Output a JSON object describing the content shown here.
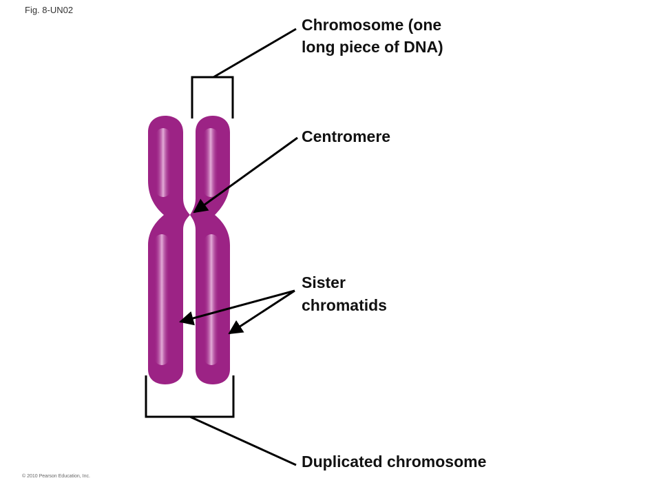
{
  "figure_label": "Fig. 8-UN02",
  "copyright": "© 2010 Pearson Education, Inc.",
  "labels": {
    "chromosome_line1": "Chromosome (one",
    "chromosome_line2": "long piece of DNA)",
    "centromere": "Centromere",
    "sister_line1": "Sister",
    "sister_line2": "chromatids",
    "duplicated": "Duplicated chromosome"
  },
  "colors": {
    "chromatid_fill": "#9c2385",
    "chromatid_highlight": "#d998cd",
    "line": "#000000"
  }
}
